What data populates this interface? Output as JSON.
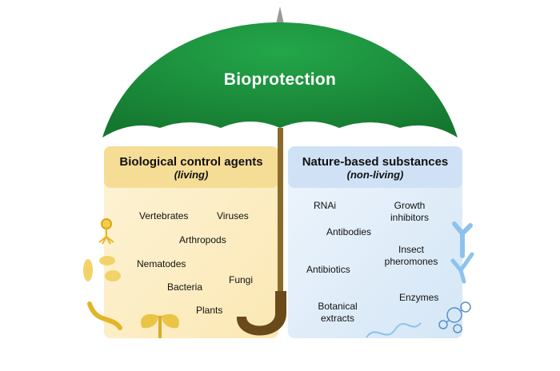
{
  "umbrella": {
    "title": "Bioprotection",
    "canopy_color": "#1a8a3a",
    "shaft_color": "#8a6a2a",
    "handle_color": "#6a4a1a"
  },
  "left_panel": {
    "title": "Biological control agents",
    "subtitle": "(living)",
    "color": "#fbeec4",
    "items": [
      "Vertebrates",
      "Viruses",
      "Arthropods",
      "Nematodes",
      "Fungi",
      "Bacteria",
      "Plants"
    ]
  },
  "right_panel": {
    "title": "Nature-based substances",
    "subtitle": "(non-living)",
    "color": "#dcebf8",
    "items": [
      "RNAi",
      "Growth inhibitors",
      "Antibodies",
      "Insect pheromones",
      "Antibiotics",
      "Enzymes",
      "Botanical extracts"
    ]
  },
  "icons": {
    "left": [
      "virus-icon",
      "nematode-icon",
      "bacteria-icon",
      "worm-icon",
      "sprout-icon"
    ],
    "right": [
      "antibody-icon",
      "molecule-icon",
      "dna-icon"
    ]
  }
}
